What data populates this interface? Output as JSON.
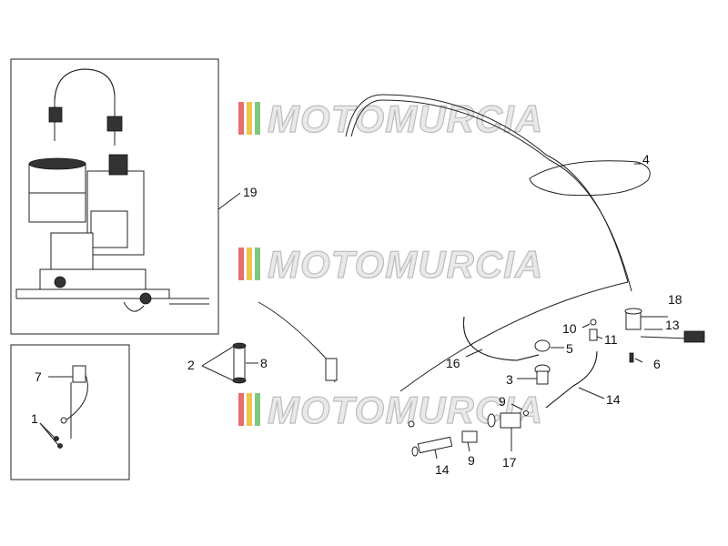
{
  "watermark": {
    "text": "MOTOMURCIA",
    "stripe_colors": [
      "#e86d6d",
      "#f2c14e",
      "#7fc97f"
    ]
  },
  "callouts": {
    "c1": "1",
    "c2": "2",
    "c3": "3",
    "c4": "4",
    "c5": "5",
    "c6": "6",
    "c7": "7",
    "c8": "8",
    "c9a": "9",
    "c9b": "9",
    "c10": "10",
    "c11": "11",
    "c13": "13",
    "c14a": "14",
    "c14b": "14",
    "c16": "16",
    "c17": "17",
    "c18": "18",
    "c19": "19"
  }
}
